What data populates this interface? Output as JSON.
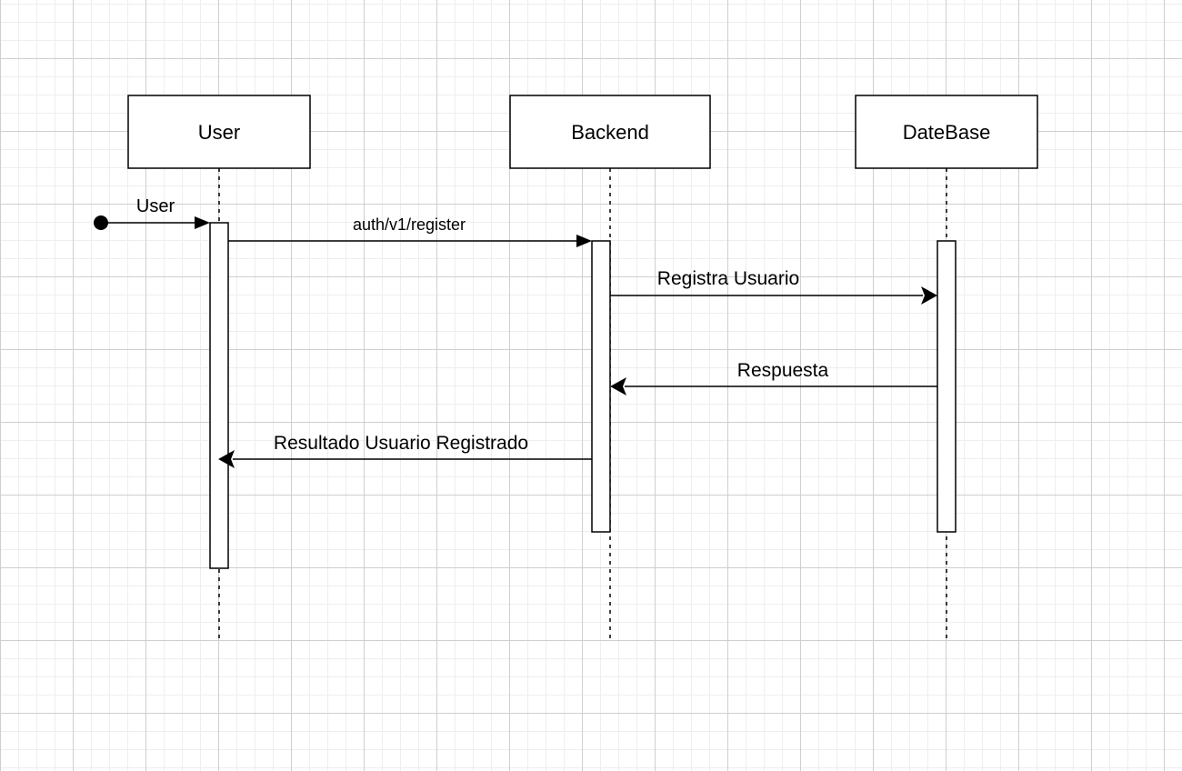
{
  "participants": [
    {
      "id": "user",
      "label": "User"
    },
    {
      "id": "backend",
      "label": "Backend"
    },
    {
      "id": "database",
      "label": "DateBase"
    }
  ],
  "messages": [
    {
      "id": "found",
      "label": "User",
      "from": "start",
      "to": "user"
    },
    {
      "id": "register",
      "label": "auth/v1/register",
      "from": "user",
      "to": "backend"
    },
    {
      "id": "registra",
      "label": "Registra Usuario",
      "from": "backend",
      "to": "database"
    },
    {
      "id": "respuesta",
      "label": "Respuesta",
      "from": "database",
      "to": "backend"
    },
    {
      "id": "resultado",
      "label": "Resultado Usuario Registrado",
      "from": "backend",
      "to": "user"
    }
  ]
}
